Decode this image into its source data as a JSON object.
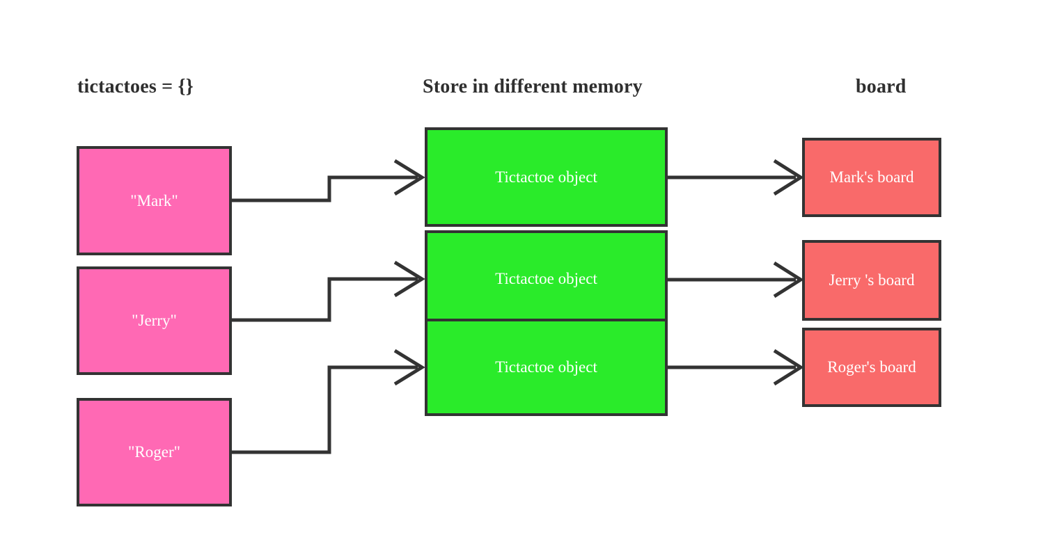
{
  "diagram": {
    "title": "tictactoes dictionary memory layout",
    "background_color": "#ffffff",
    "stroke_color": "#333333"
  },
  "headings": {
    "left": "tictactoes = {}",
    "center": "Store in different memory",
    "right": "board"
  },
  "colors": {
    "key_box_fill": "#ff69b4",
    "object_box_fill": "#2aeb2a",
    "board_box_fill": "#f96a6a",
    "border": "#333333",
    "box_text": "#ffffff",
    "heading_text": "#2f2f2f"
  },
  "keys": [
    {
      "label": "\"Mark\"",
      "name": "key-mark"
    },
    {
      "label": "\"Jerry\"",
      "name": "key-jerry"
    },
    {
      "label": "\"Roger\"",
      "name": "key-roger"
    }
  ],
  "objects": [
    {
      "label": "Tictactoe object",
      "name": "object-1"
    },
    {
      "label": "Tictactoe object",
      "name": "object-2"
    },
    {
      "label": "Tictactoe object",
      "name": "object-3"
    }
  ],
  "boards": [
    {
      "label": "Mark's board",
      "name": "board-mark"
    },
    {
      "label": "Jerry 's board",
      "name": "board-jerry"
    },
    {
      "label": "Roger's board",
      "name": "board-roger"
    }
  ],
  "connectors": [
    {
      "from": "key-mark",
      "to": "object-1",
      "style": "elbow",
      "arrowhead": "open-v"
    },
    {
      "from": "key-jerry",
      "to": "object-2",
      "style": "elbow",
      "arrowhead": "open-v"
    },
    {
      "from": "key-roger",
      "to": "object-3",
      "style": "elbow",
      "arrowhead": "open-v"
    },
    {
      "from": "object-1",
      "to": "board-mark",
      "style": "straight",
      "arrowhead": "open-v"
    },
    {
      "from": "object-2",
      "to": "board-jerry",
      "style": "straight",
      "arrowhead": "open-v"
    },
    {
      "from": "object-3",
      "to": "board-roger",
      "style": "straight",
      "arrowhead": "open-v"
    }
  ]
}
